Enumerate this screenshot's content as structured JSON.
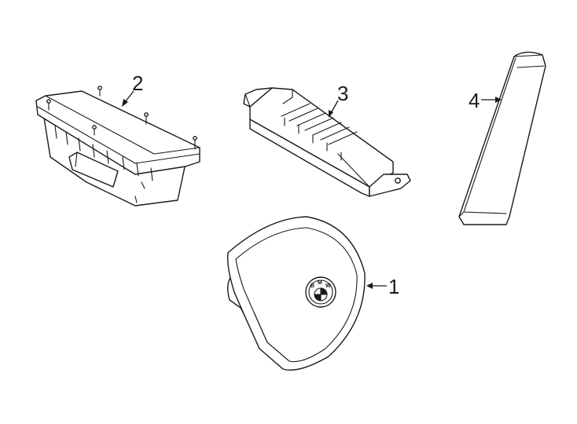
{
  "callouts": {
    "c1": "1",
    "c2": "2",
    "c3": "3",
    "c4": "4"
  },
  "logo": {
    "letter_b": "B",
    "letter_m": "M",
    "letter_w": "W"
  },
  "colors": {
    "line": "#1a1a1a",
    "background": "#ffffff"
  }
}
